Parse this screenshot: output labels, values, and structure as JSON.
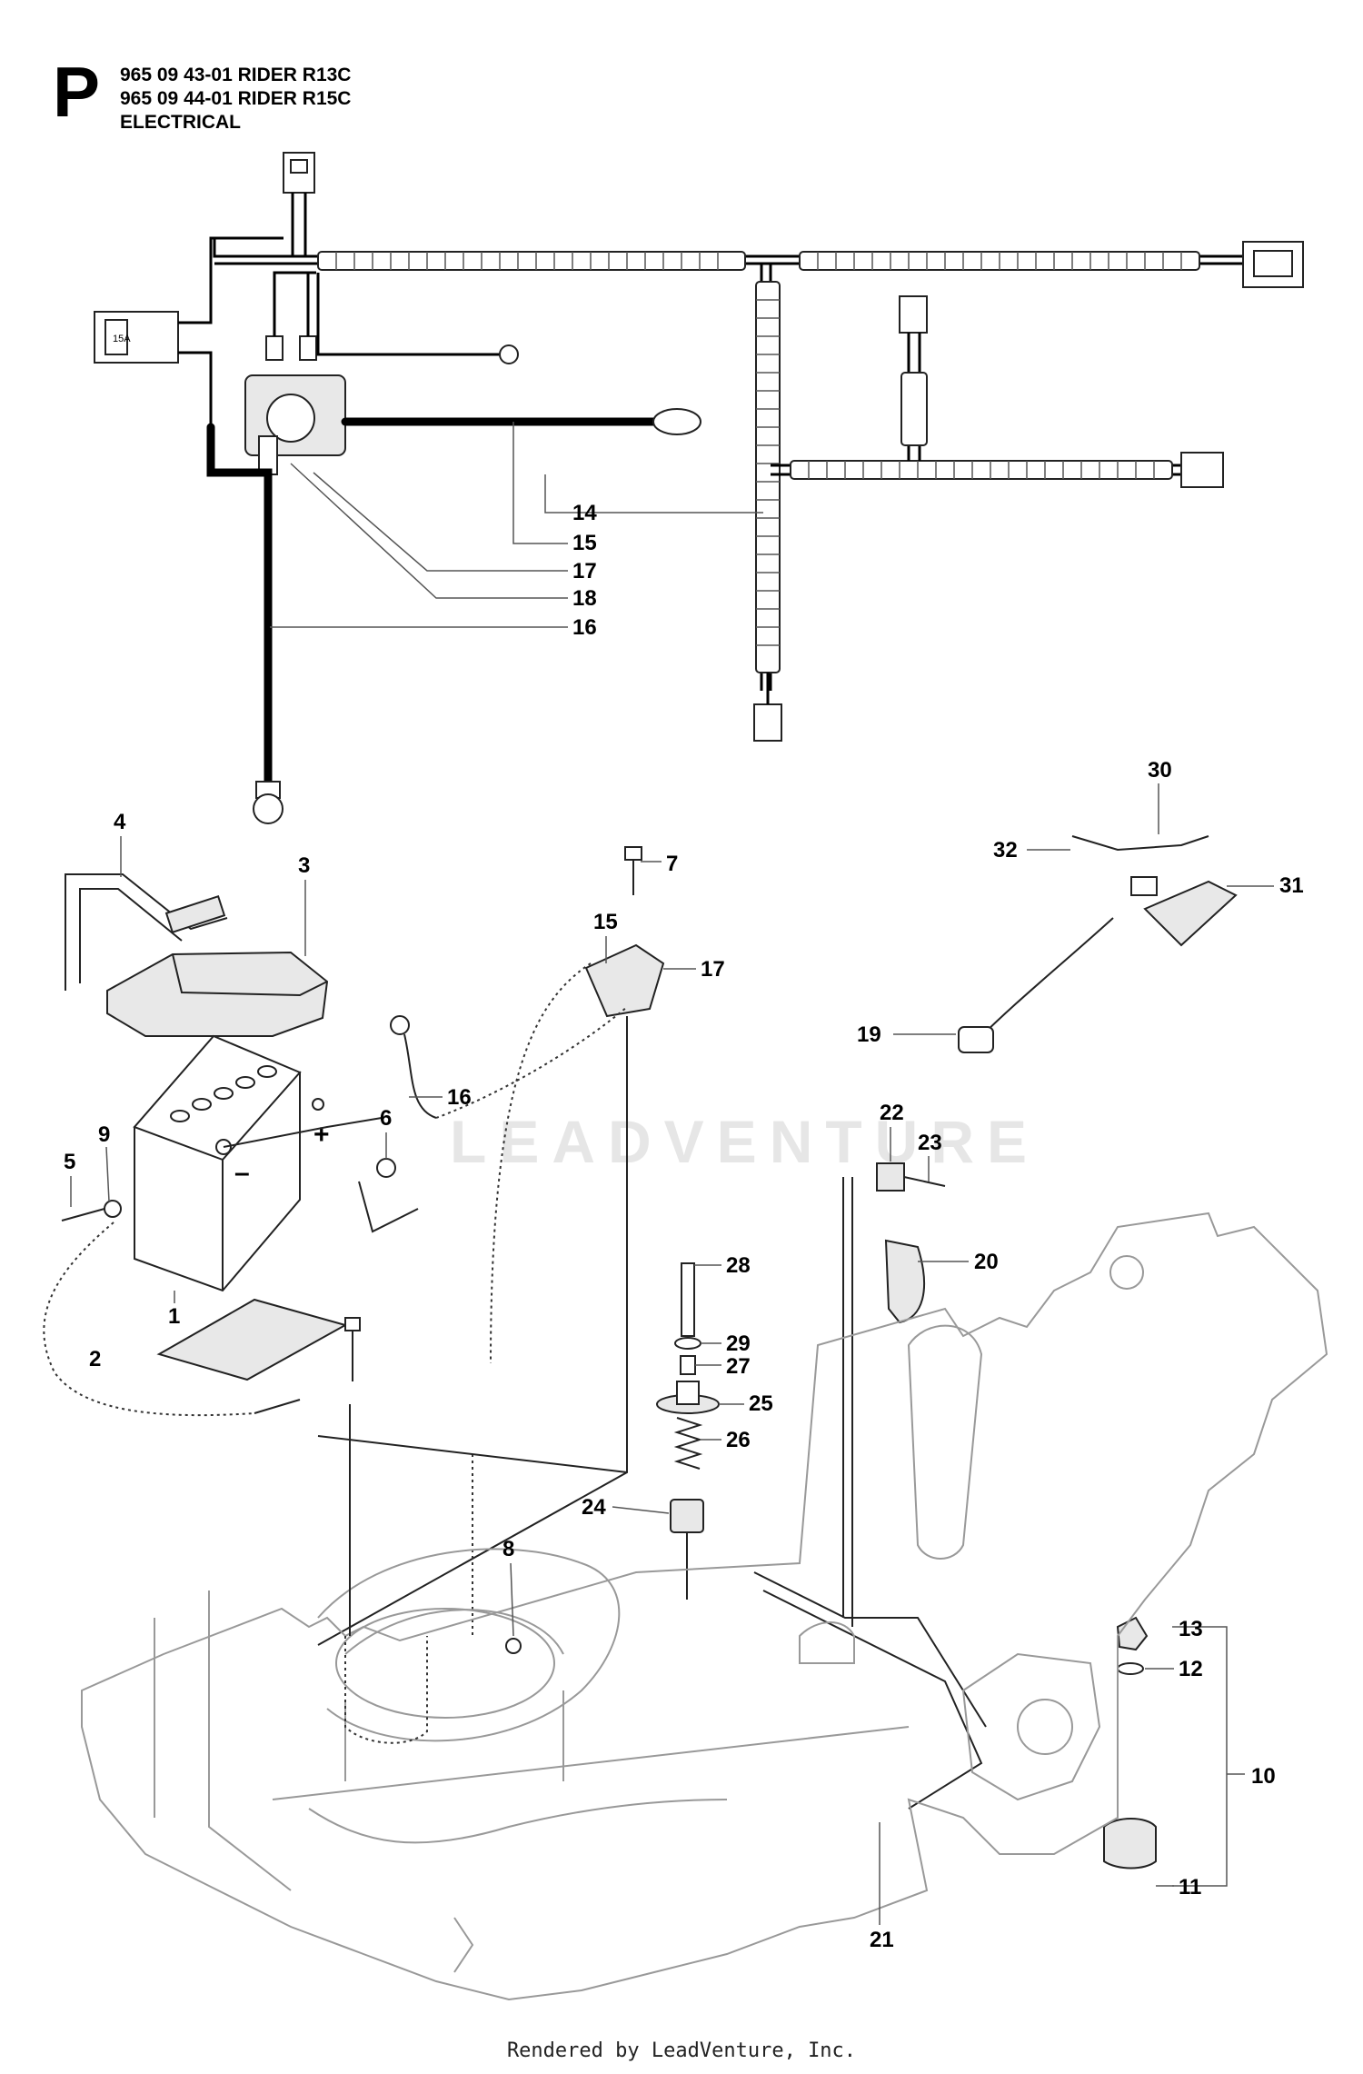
{
  "header": {
    "section_letter": "P",
    "lines": [
      "965 09 43-01 RIDER R13C",
      "965 09 44-01 RIDER R15C",
      "ELECTRICAL"
    ]
  },
  "watermark": "LEADVENTURE",
  "footer": "Rendered by LeadVenture, Inc.",
  "callouts": {
    "c1": "1",
    "c2": "2",
    "c3": "3",
    "c4": "4",
    "c5": "5",
    "c6": "6",
    "c7": "7",
    "c8": "8",
    "c9": "9",
    "c10": "10",
    "c11": "11",
    "c12": "12",
    "c13": "13",
    "c14": "14",
    "c15a": "15",
    "c15b": "15",
    "c16a": "16",
    "c16b": "16",
    "c17a": "17",
    "c17b": "17",
    "c18": "18",
    "c19": "19",
    "c20": "20",
    "c21": "21",
    "c22": "22",
    "c23": "23",
    "c24": "24",
    "c25": "25",
    "c26": "26",
    "c27": "27",
    "c28": "28",
    "c29": "29",
    "c30": "30",
    "c31": "31",
    "c32": "32"
  },
  "fuse_label": "15A",
  "battery_marks": {
    "plus": "+",
    "minus": "–"
  },
  "colors": {
    "line": "#222222",
    "frame": "#999999",
    "watermark": "#e6e6e6"
  }
}
